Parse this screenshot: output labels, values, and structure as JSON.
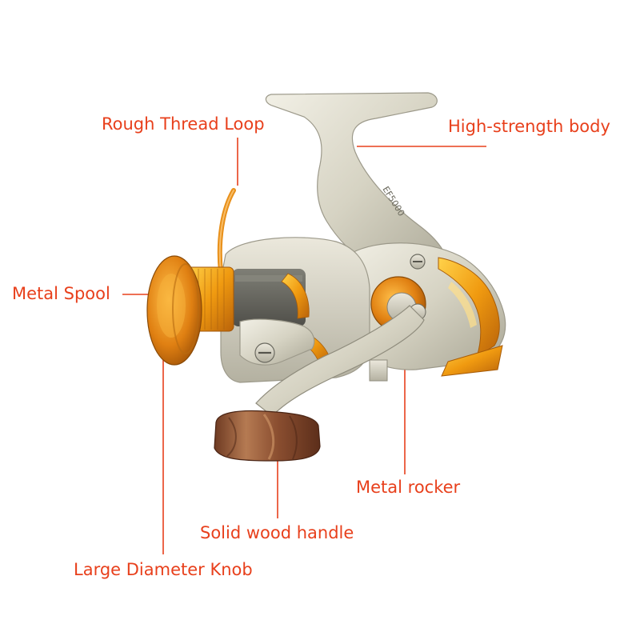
{
  "colors": {
    "callout_text": "#e8401c",
    "leader_line": "#e8401c",
    "background": "#ffffff",
    "silver_body": "#d9d6c8",
    "gold_accent": "#f0a010",
    "orange_spool": "#e8901a",
    "wood": "#9a5a3a"
  },
  "callouts": {
    "rough_thread_loop": "Rough Thread Loop",
    "high_strength_body": "High-strength body",
    "metal_spool": "Metal Spool",
    "metal_rocker": "Metal rocker",
    "solid_wood_handle": "Solid wood handle",
    "large_diameter_knob": "Large Diameter Knob"
  },
  "product": {
    "model_marking": "EF5000"
  }
}
